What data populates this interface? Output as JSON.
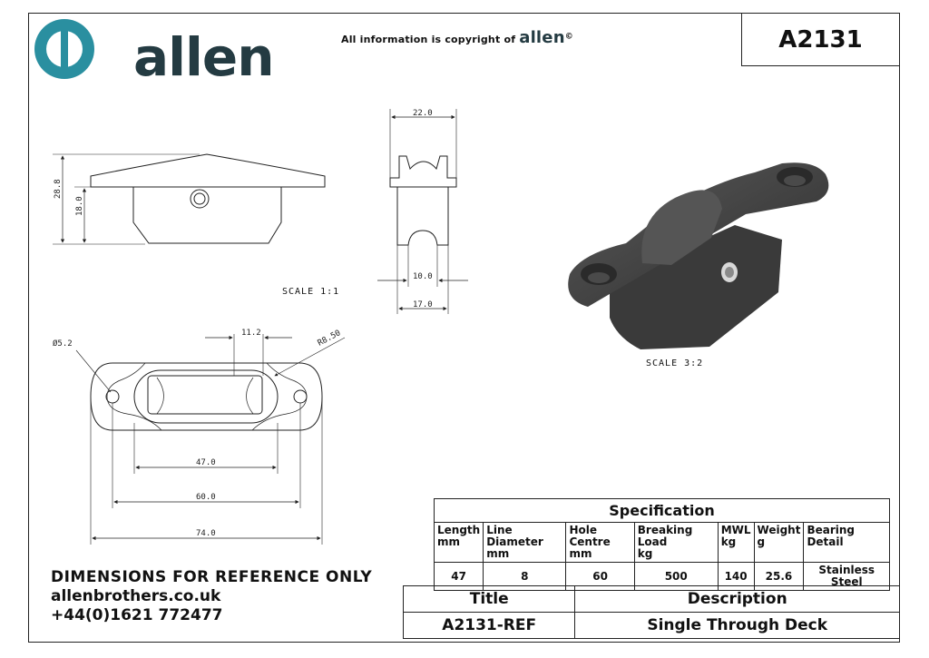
{
  "logo": {
    "text": "allen",
    "ring_color": "#2a8fa0"
  },
  "copyright": {
    "prefix": "All information is copyright of",
    "brand": "allen",
    "symbol": "©"
  },
  "part_number": "A2131",
  "dimensions": {
    "side_height_total": "28.8",
    "side_height_body": "18.0",
    "front_width_top": "22.0",
    "front_width_slot": "10.0",
    "front_width_base": "17.0",
    "plan_hole_dia": "Ø5.2",
    "plan_slot_width": "11.2",
    "plan_radius": "R8.50",
    "plan_slot_length": "47.0",
    "plan_hole_centres": "60.0",
    "plan_overall_length": "74.0"
  },
  "scale_labels": {
    "orthographic": "SCALE  1:1",
    "isometric": "SCALE  3:2"
  },
  "specification": {
    "title": "Specification",
    "columns": [
      {
        "name": "Length",
        "unit": "mm",
        "value": "47"
      },
      {
        "name": "Line Diameter",
        "unit": "mm",
        "value": "8"
      },
      {
        "name": "Hole Centre",
        "unit": "mm",
        "value": "60"
      },
      {
        "name": "Breaking Load",
        "unit": "kg",
        "value": "500"
      },
      {
        "name": "MWL",
        "unit": "kg",
        "value": "140"
      },
      {
        "name": "Weight",
        "unit": "g",
        "value": "25.6"
      },
      {
        "name": "Bearing",
        "unit": "Detail",
        "value": "Stainless Steel"
      }
    ]
  },
  "notes": {
    "disclaimer": "DIMENSIONS FOR REFERENCE ONLY",
    "website": "allenbrothers.co.uk",
    "phone": "+44(0)1621 772477"
  },
  "title_block": {
    "title_label": "Title",
    "description_label": "Description",
    "title_value": "A2131-REF",
    "description_value": "Single Through Deck"
  }
}
